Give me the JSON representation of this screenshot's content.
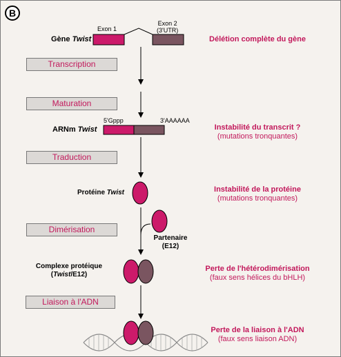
{
  "panel_label": "B",
  "gene": {
    "label_prefix": "Gène ",
    "label_name": "Twist",
    "exon1": "Exon 1",
    "exon2_line1": "Exon 2",
    "exon2_line2": "(3'UTR)"
  },
  "mrna": {
    "label_prefix": "ARNm ",
    "label_name": "Twist",
    "cap": "5'Gppp",
    "tail": "3'AAAAAA"
  },
  "protein": {
    "label_prefix": "Protéine ",
    "label_name": "Twist"
  },
  "partner": {
    "line1": "Partenaire",
    "line2": "(E12)"
  },
  "complex": {
    "line1": "Complexe protéique",
    "line2_open": "(",
    "line2_name": "Twist",
    "line2_rest": "/E12)"
  },
  "steps": [
    "Transcription",
    "Maturation",
    "Traduction",
    "Dimérisation",
    "Liaison à l'ADN"
  ],
  "effects": [
    {
      "main": "Délétion complète du gène",
      "sub": ""
    },
    {
      "main": "Instabilité du transcrit ?",
      "sub": "(mutations tronquantes)"
    },
    {
      "main": "Instabilité de la protéine",
      "sub": "(mutations tronquantes)"
    },
    {
      "main": "Perte de l'hétérodimérisation",
      "sub": "(faux sens hélices du bHLH)"
    },
    {
      "main": "Perte de la liaison à l'ADN",
      "sub": "(faux sens liaison ADN)"
    }
  ],
  "colors": {
    "twist": "#cc1a6a",
    "partner": "#7a5560",
    "step_text": "#c2185b",
    "step_bg": "#dcd9d6",
    "background": "#f5f2ee"
  }
}
